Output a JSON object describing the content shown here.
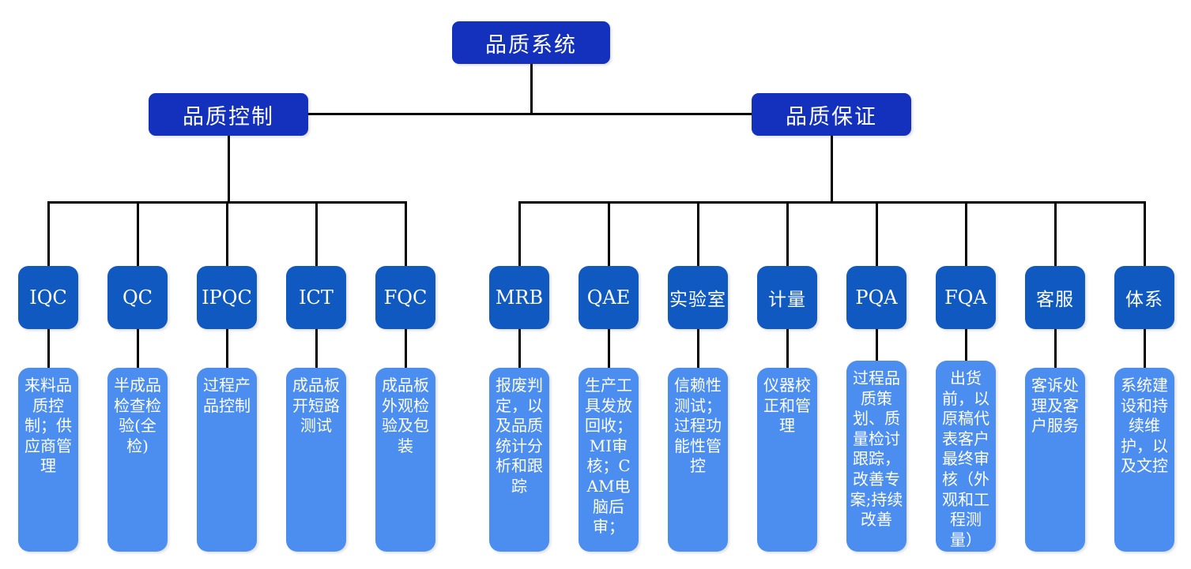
{
  "diagram": {
    "title_node": {
      "label": "品质系统"
    },
    "branches": [
      {
        "id": "qc",
        "label": "品质控制"
      },
      {
        "id": "qa",
        "label": "品质保证"
      }
    ],
    "departments": [
      {
        "id": "iqc",
        "label": "IQC",
        "parent": "qc",
        "description": "来料品质控制；供应商管理"
      },
      {
        "id": "qc2",
        "label": "QC",
        "parent": "qc",
        "description": "半成品检查检验(全检)"
      },
      {
        "id": "ipqc",
        "label": "IPQC",
        "parent": "qc",
        "description": "过程产品控制"
      },
      {
        "id": "ict",
        "label": "ICT",
        "parent": "qc",
        "description": "成品板开短路测试"
      },
      {
        "id": "fqc",
        "label": "FQC",
        "parent": "qc",
        "description": "成品板外观检验及包装"
      },
      {
        "id": "mrb",
        "label": "MRB",
        "parent": "qa",
        "description": "报废判定，以及品质统计分析和跟踪"
      },
      {
        "id": "qae",
        "label": "QAE",
        "parent": "qa",
        "description": "生产工具发放回收；MI审核；CAM电脑后审；"
      },
      {
        "id": "lab",
        "label": "实验室",
        "parent": "qa",
        "description": "信赖性测试；过程功能性管控"
      },
      {
        "id": "met",
        "label": "计量",
        "parent": "qa",
        "description": "仪器校正和管理"
      },
      {
        "id": "pqa",
        "label": "PQA",
        "parent": "qa",
        "description": "过程品质策划、质量检讨跟踪，改善专案;持续改善"
      },
      {
        "id": "fqa",
        "label": "FQA",
        "parent": "qa",
        "description": "出货前，以原稿代表客户最终审核（外观和工程测量）"
      },
      {
        "id": "cs",
        "label": "客服",
        "parent": "qa",
        "description": "客诉处理及客户服务"
      },
      {
        "id": "sys",
        "label": "体系",
        "parent": "qa",
        "description": "系统建设和持续维护，以及文控"
      }
    ],
    "colors": {
      "root_node": "#1431be",
      "branch_node": "#1431be",
      "department_node": "#1059c0",
      "description_node": "#4c8df0",
      "connector_line": "#000000",
      "node_text": "#ffffff",
      "background": "#ffffff"
    }
  }
}
